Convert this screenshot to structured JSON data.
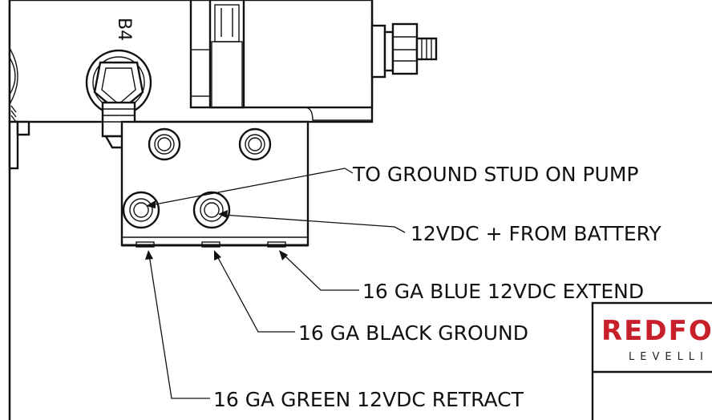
{
  "part_marks": {
    "port_label": "B4"
  },
  "callouts": [
    {
      "text": "TO GROUND STUD ON PUMP"
    },
    {
      "text": "12VDC + FROM BATTERY"
    },
    {
      "text": "16 GA BLUE 12VDC EXTEND"
    },
    {
      "text": "16 GA BLACK GROUND"
    },
    {
      "text": "16 GA GREEN 12VDC RETRACT"
    }
  ],
  "logo": {
    "brand": "REDFO",
    "subtitle": "LEVELLI",
    "color": "#c8202a"
  }
}
